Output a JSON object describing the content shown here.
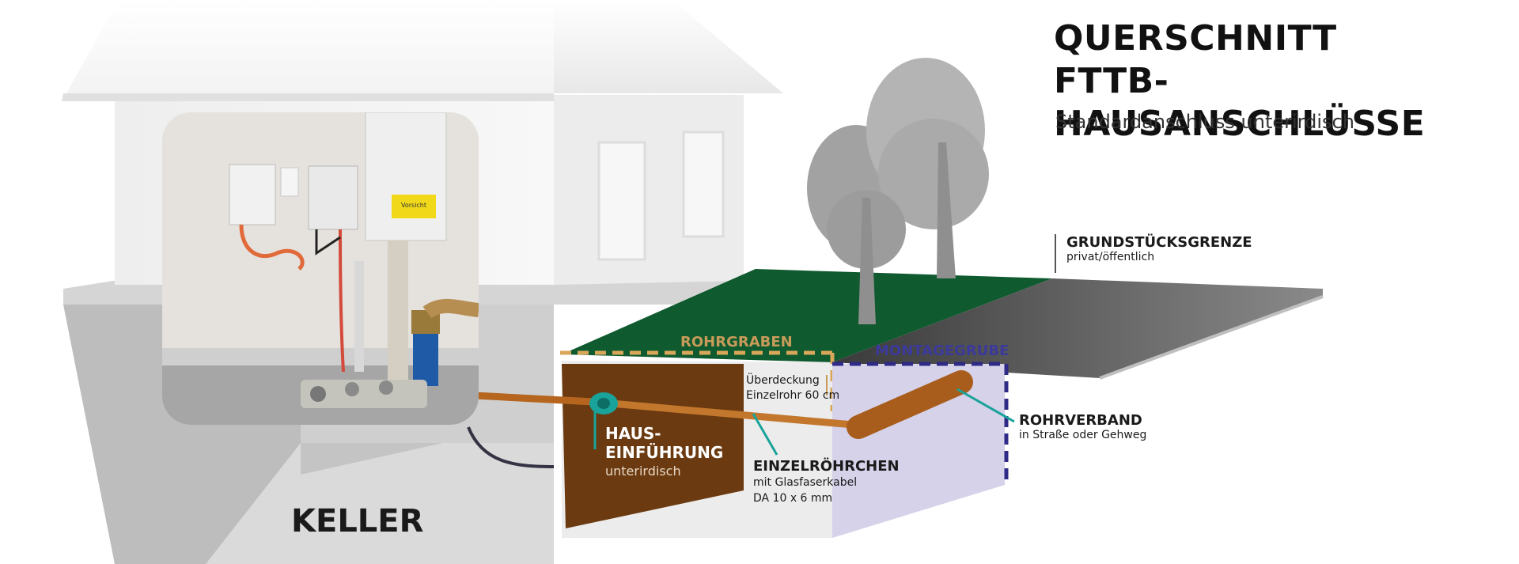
{
  "title_line1": "QUERSCHNITT",
  "title_line2": "FTTB-HAUSANSCHLÜSSE",
  "subtitle": "Standardanschluss unterirdisch",
  "grundstuecksgrenze": {
    "title": "GRUNDSTÜCKSGRENZE",
    "sub": "privat/öffentlich"
  },
  "rohrgraben": "ROHRGRABEN",
  "montagegrube": "MONTAGEGRUBE",
  "ueberdeckung": {
    "line1": "Überdeckung",
    "line2": "Einzelrohr 60 cm"
  },
  "rohrverband": {
    "title": "ROHRVERBAND",
    "sub": "in Straße oder Gehweg"
  },
  "hauseinfuehrung": {
    "line1": "HAUS-",
    "line2": "EINFÜHRUNG",
    "sub": "unterirdisch"
  },
  "einzelroehrchen": {
    "title": "EINZELRÖHRCHEN",
    "line1": "mit Glasfaserkabel",
    "line2": "DA 10 x 6 mm"
  },
  "keller": "KELLER",
  "sticker_text": "Vorsicht",
  "colors": {
    "lawn": "#0f5a2e",
    "trench_soil": "#6b3a10",
    "pit_fill": "#d6d2ea",
    "pit_border": "#2e2a85",
    "trench_dash": "#d9a75a",
    "pipe": "#b5651d",
    "duct": "#1aa39a",
    "road": "#5e5e5e",
    "label_rohrgraben": "#c89b5a",
    "label_montagegrube": "#3b3a9c"
  }
}
